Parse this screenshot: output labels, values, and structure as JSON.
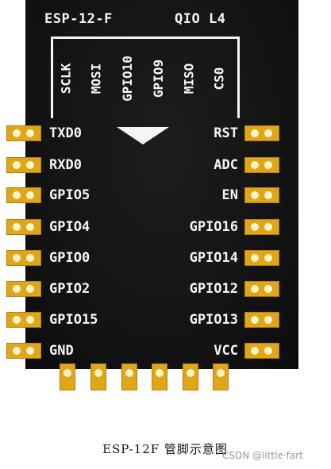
{
  "module": {
    "name": "ESP-12-F",
    "flash_mode": "QIO L4"
  },
  "top_labels": [
    "SCLK",
    "MOSI",
    "GPIO10",
    "GPIO9",
    "MISO",
    "CS0"
  ],
  "left_pins": [
    "TXD0",
    "RXD0",
    "GPIO5",
    "GPIO4",
    "GPIO0",
    "GPIO2",
    "GPIO15",
    "GND"
  ],
  "right_pins": [
    "RST",
    "ADC",
    "EN",
    "GPIO16",
    "GPIO14",
    "GPIO12",
    "GPIO13",
    "VCC"
  ],
  "caption": "ESP-12F 管脚示意图",
  "watermark": "CSDN @little·fart",
  "colors": {
    "board": "#141414",
    "pad": "#e0a619",
    "pad_hole": "#fff4c8",
    "silkscreen": "#f5f5f5"
  }
}
